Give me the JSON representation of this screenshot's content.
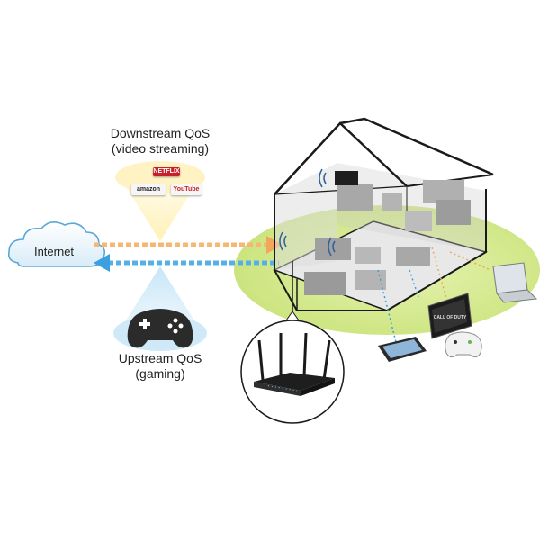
{
  "downstream": {
    "title": "Downstream QoS",
    "subtitle": "(video streaming)",
    "logos": [
      "NETFLIX",
      "amazon",
      "YouTube"
    ]
  },
  "upstream": {
    "title": "Upstream QoS",
    "subtitle": "(gaming)"
  },
  "internet_label": "Internet",
  "game_screen_text": "CALL OF DUTY",
  "icons": [
    "cloud-icon",
    "gamepad-icon",
    "router-icon",
    "tv-icon",
    "laptop-icon",
    "tablet-icon",
    "wifi-icon",
    "controller-icon"
  ],
  "colors": {
    "downstream_arrow": "#f2a65a",
    "upstream_arrow": "#3ba0dd",
    "cone": "#fff0b8",
    "upstream_cone": "#bfe3f7",
    "lawn": "#d4ea8a",
    "house_outline": "#1a1a1a",
    "netflix": "#c8202a",
    "youtube_red": "#cc1f1f"
  }
}
